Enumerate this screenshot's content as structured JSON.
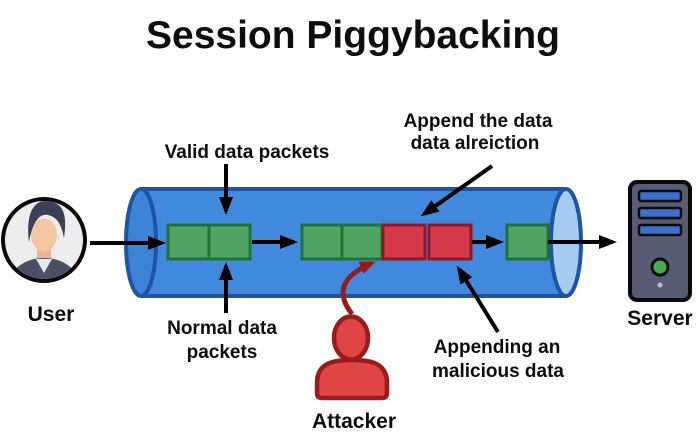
{
  "title": "Session Piggybacking",
  "nodes": {
    "user": "User",
    "server": "Server",
    "attacker": "Attacker"
  },
  "annotations": {
    "valid": "Valid data packets",
    "normal_line1": "Normal data",
    "normal_line2": "packets",
    "append_line1": "Append the data",
    "append_line2": "data alreiction",
    "appending_line1": "Appending an",
    "appending_line2": "malicious data"
  },
  "packets": [
    {
      "type": "valid"
    },
    {
      "type": "valid"
    },
    {
      "type": "valid"
    },
    {
      "type": "valid"
    },
    {
      "type": "malicious"
    },
    {
      "type": "malicious"
    },
    {
      "type": "valid"
    }
  ],
  "colors": {
    "tube_body": "#4189dc",
    "tube_outline": "#1d55a6",
    "tube_cap_left": "#3d84d6",
    "tube_cap_right": "#a6cdf1",
    "packet_green": "#4fa463",
    "packet_green_border": "#1f7339",
    "packet_red": "#d63a4a",
    "packet_red_border": "#8e1626",
    "attacker_red": "#e04545",
    "attacker_red_dark": "#9b1b1b",
    "server_body": "#575c75",
    "server_slot": "#3a70cf",
    "server_power": "#45ad52",
    "avatar_bg": "#ededed",
    "avatar_skin": "#f3c6a4",
    "avatar_hair": "#3b4054",
    "avatar_shirt": "#4a5063"
  }
}
